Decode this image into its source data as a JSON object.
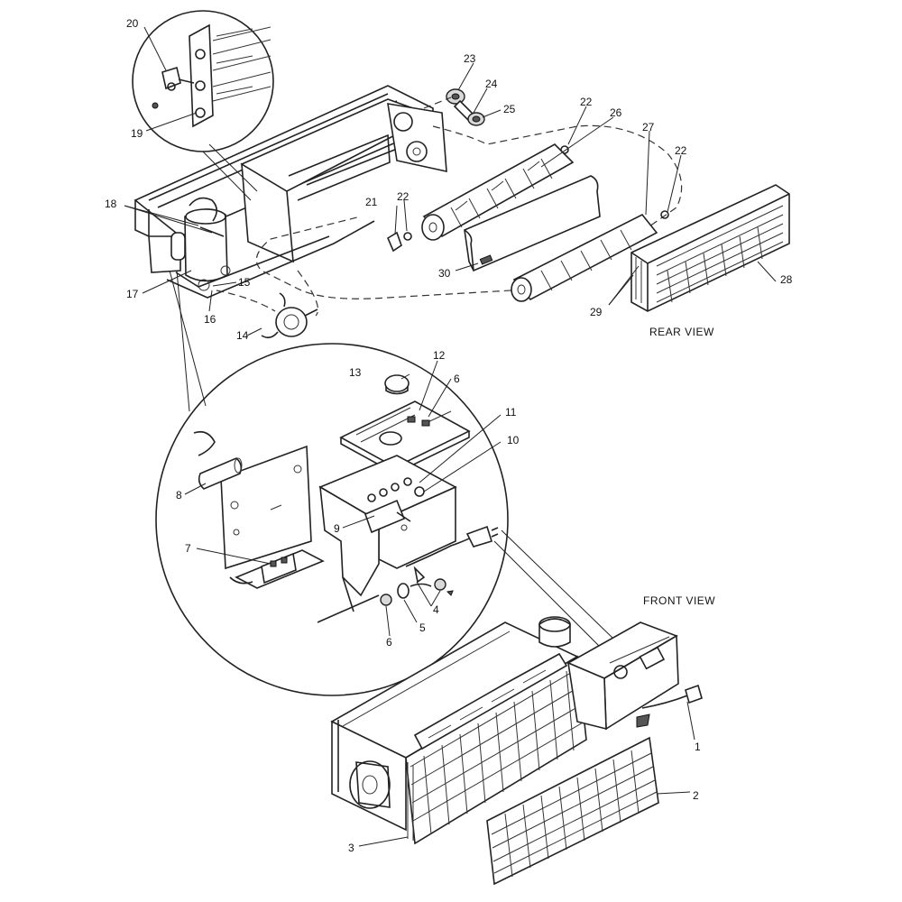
{
  "views": {
    "rear": "REAR VIEW",
    "front": "FRONT VIEW"
  },
  "callouts": {
    "c1": "1",
    "c2": "2",
    "c3": "3",
    "c4": "4",
    "c5": "5",
    "c6a": "6",
    "c6b": "6",
    "c7": "7",
    "c8": "8",
    "c9": "9",
    "c10": "10",
    "c11": "11",
    "c12": "12",
    "c13": "13",
    "c14": "14",
    "c15": "15",
    "c16": "16",
    "c17": "17",
    "c18": "18",
    "c19": "19",
    "c20": "20",
    "c21": "21",
    "c22a": "22",
    "c22b": "22",
    "c22c": "22",
    "c23": "23",
    "c24": "24",
    "c25": "25",
    "c26": "26",
    "c27": "27",
    "c28": "28",
    "c29": "29",
    "c30": "30"
  }
}
